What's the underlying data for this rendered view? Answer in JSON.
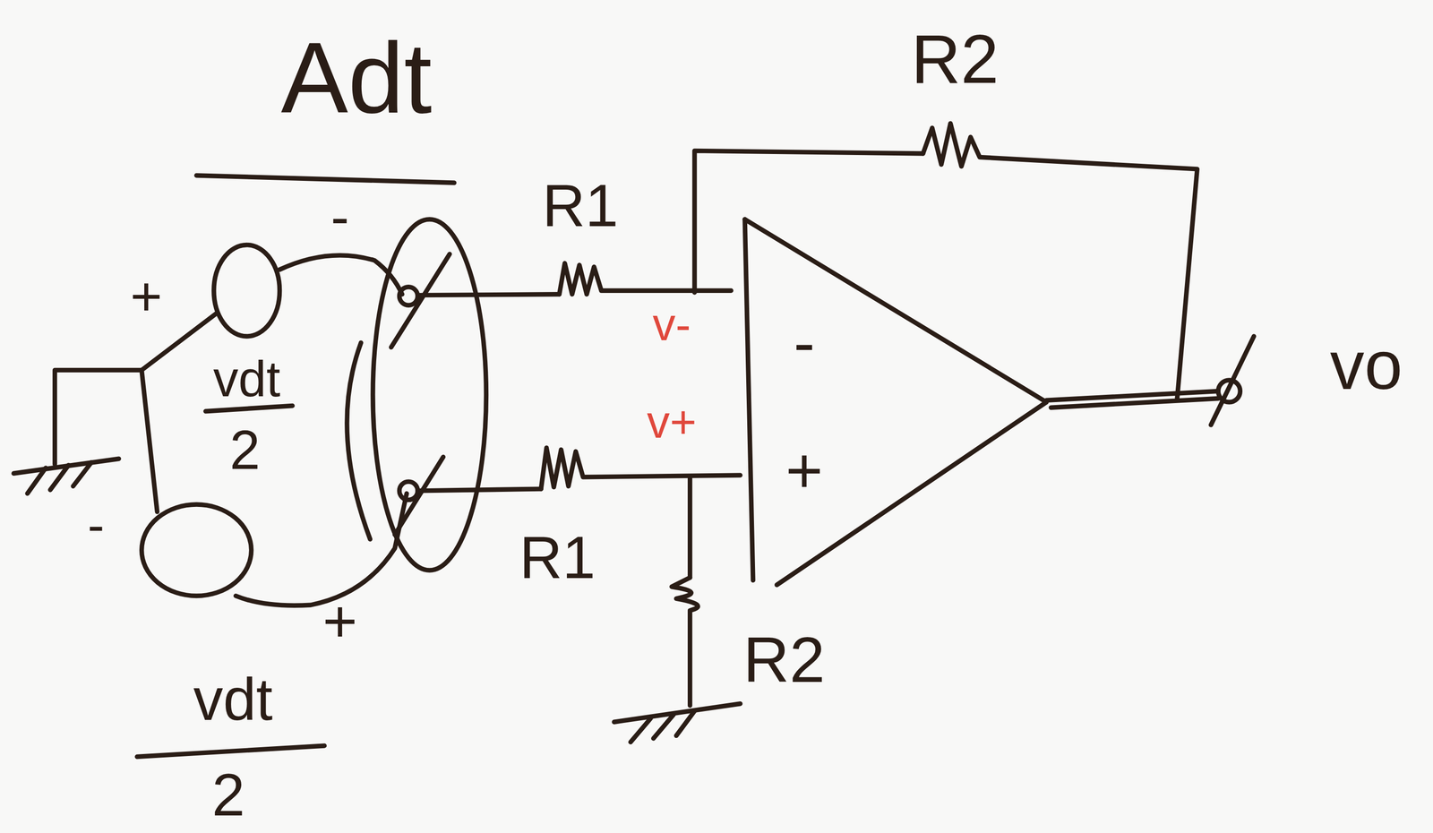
{
  "diagram": {
    "nodes": [
      {
        "text": [
          "-",
          "+"
        ]
      }
    ],
    "labels": [
      "Adt",
      "+",
      "-",
      "vdt",
      "2",
      "-",
      "+",
      "vdt",
      "2",
      "R1",
      "R1",
      "v-",
      "v+",
      "R2",
      "R2",
      "vo"
    ]
  }
}
